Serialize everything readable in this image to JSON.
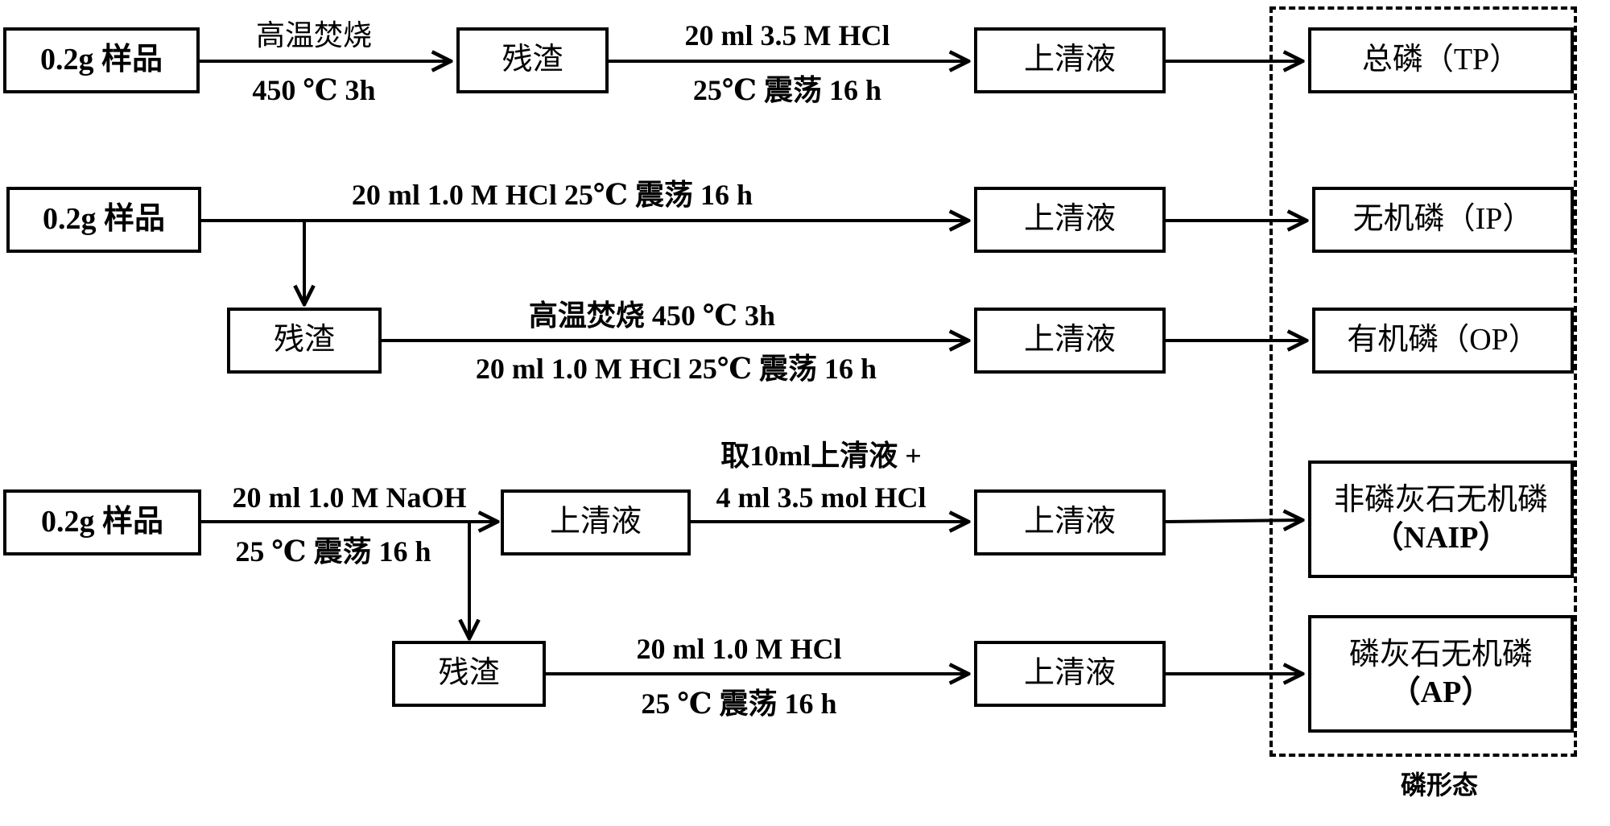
{
  "rows": {
    "tp": {
      "sample": "0.2g 样品",
      "step1_top": "高温焚烧",
      "step1_bottom": "450 ℃ 3h",
      "residue": "残渣",
      "step2_top": "20 ml 3.5 M HCl",
      "step2_bottom": "25℃ 震荡  16 h",
      "supernatant": "上清液",
      "result": "总磷（TP）"
    },
    "ip_op": {
      "sample": "0.2g 样品",
      "ip_step": "20 ml 1.0 M HCl  25℃ 震荡 16 h",
      "ip_supernatant": "上清液",
      "ip_result": "无机磷（IP）",
      "residue": "残渣",
      "op_step_top": "高温焚烧   450 ℃ 3h",
      "op_step_bottom": "20 ml 1.0 M HCl  25℃ 震荡 16 h",
      "op_supernatant": "上清液",
      "op_result": "有机磷（OP）"
    },
    "naip_ap": {
      "sample": "0.2g 样品",
      "step1_top": "20 ml 1.0 M NaOH",
      "step1_bottom": "25 ℃ 震荡  16 h",
      "supernatant1": "上清液",
      "step2_top": "取10ml上清液 +",
      "step2_bottom": "4 ml 3.5 mol HCl",
      "supernatant2": "上清液",
      "naip_result_line1": "非磷灰石无机磷",
      "naip_result_line2": "（NAIP）",
      "residue": "残渣",
      "ap_step_top": "20 ml 1.0 M HCl",
      "ap_step_bottom": "25 ℃ 震荡  16 h",
      "ap_supernatant": "上清液",
      "ap_result_line1": "磷灰石无机磷",
      "ap_result_line2": "（AP）"
    }
  },
  "group_caption": "磷形态"
}
